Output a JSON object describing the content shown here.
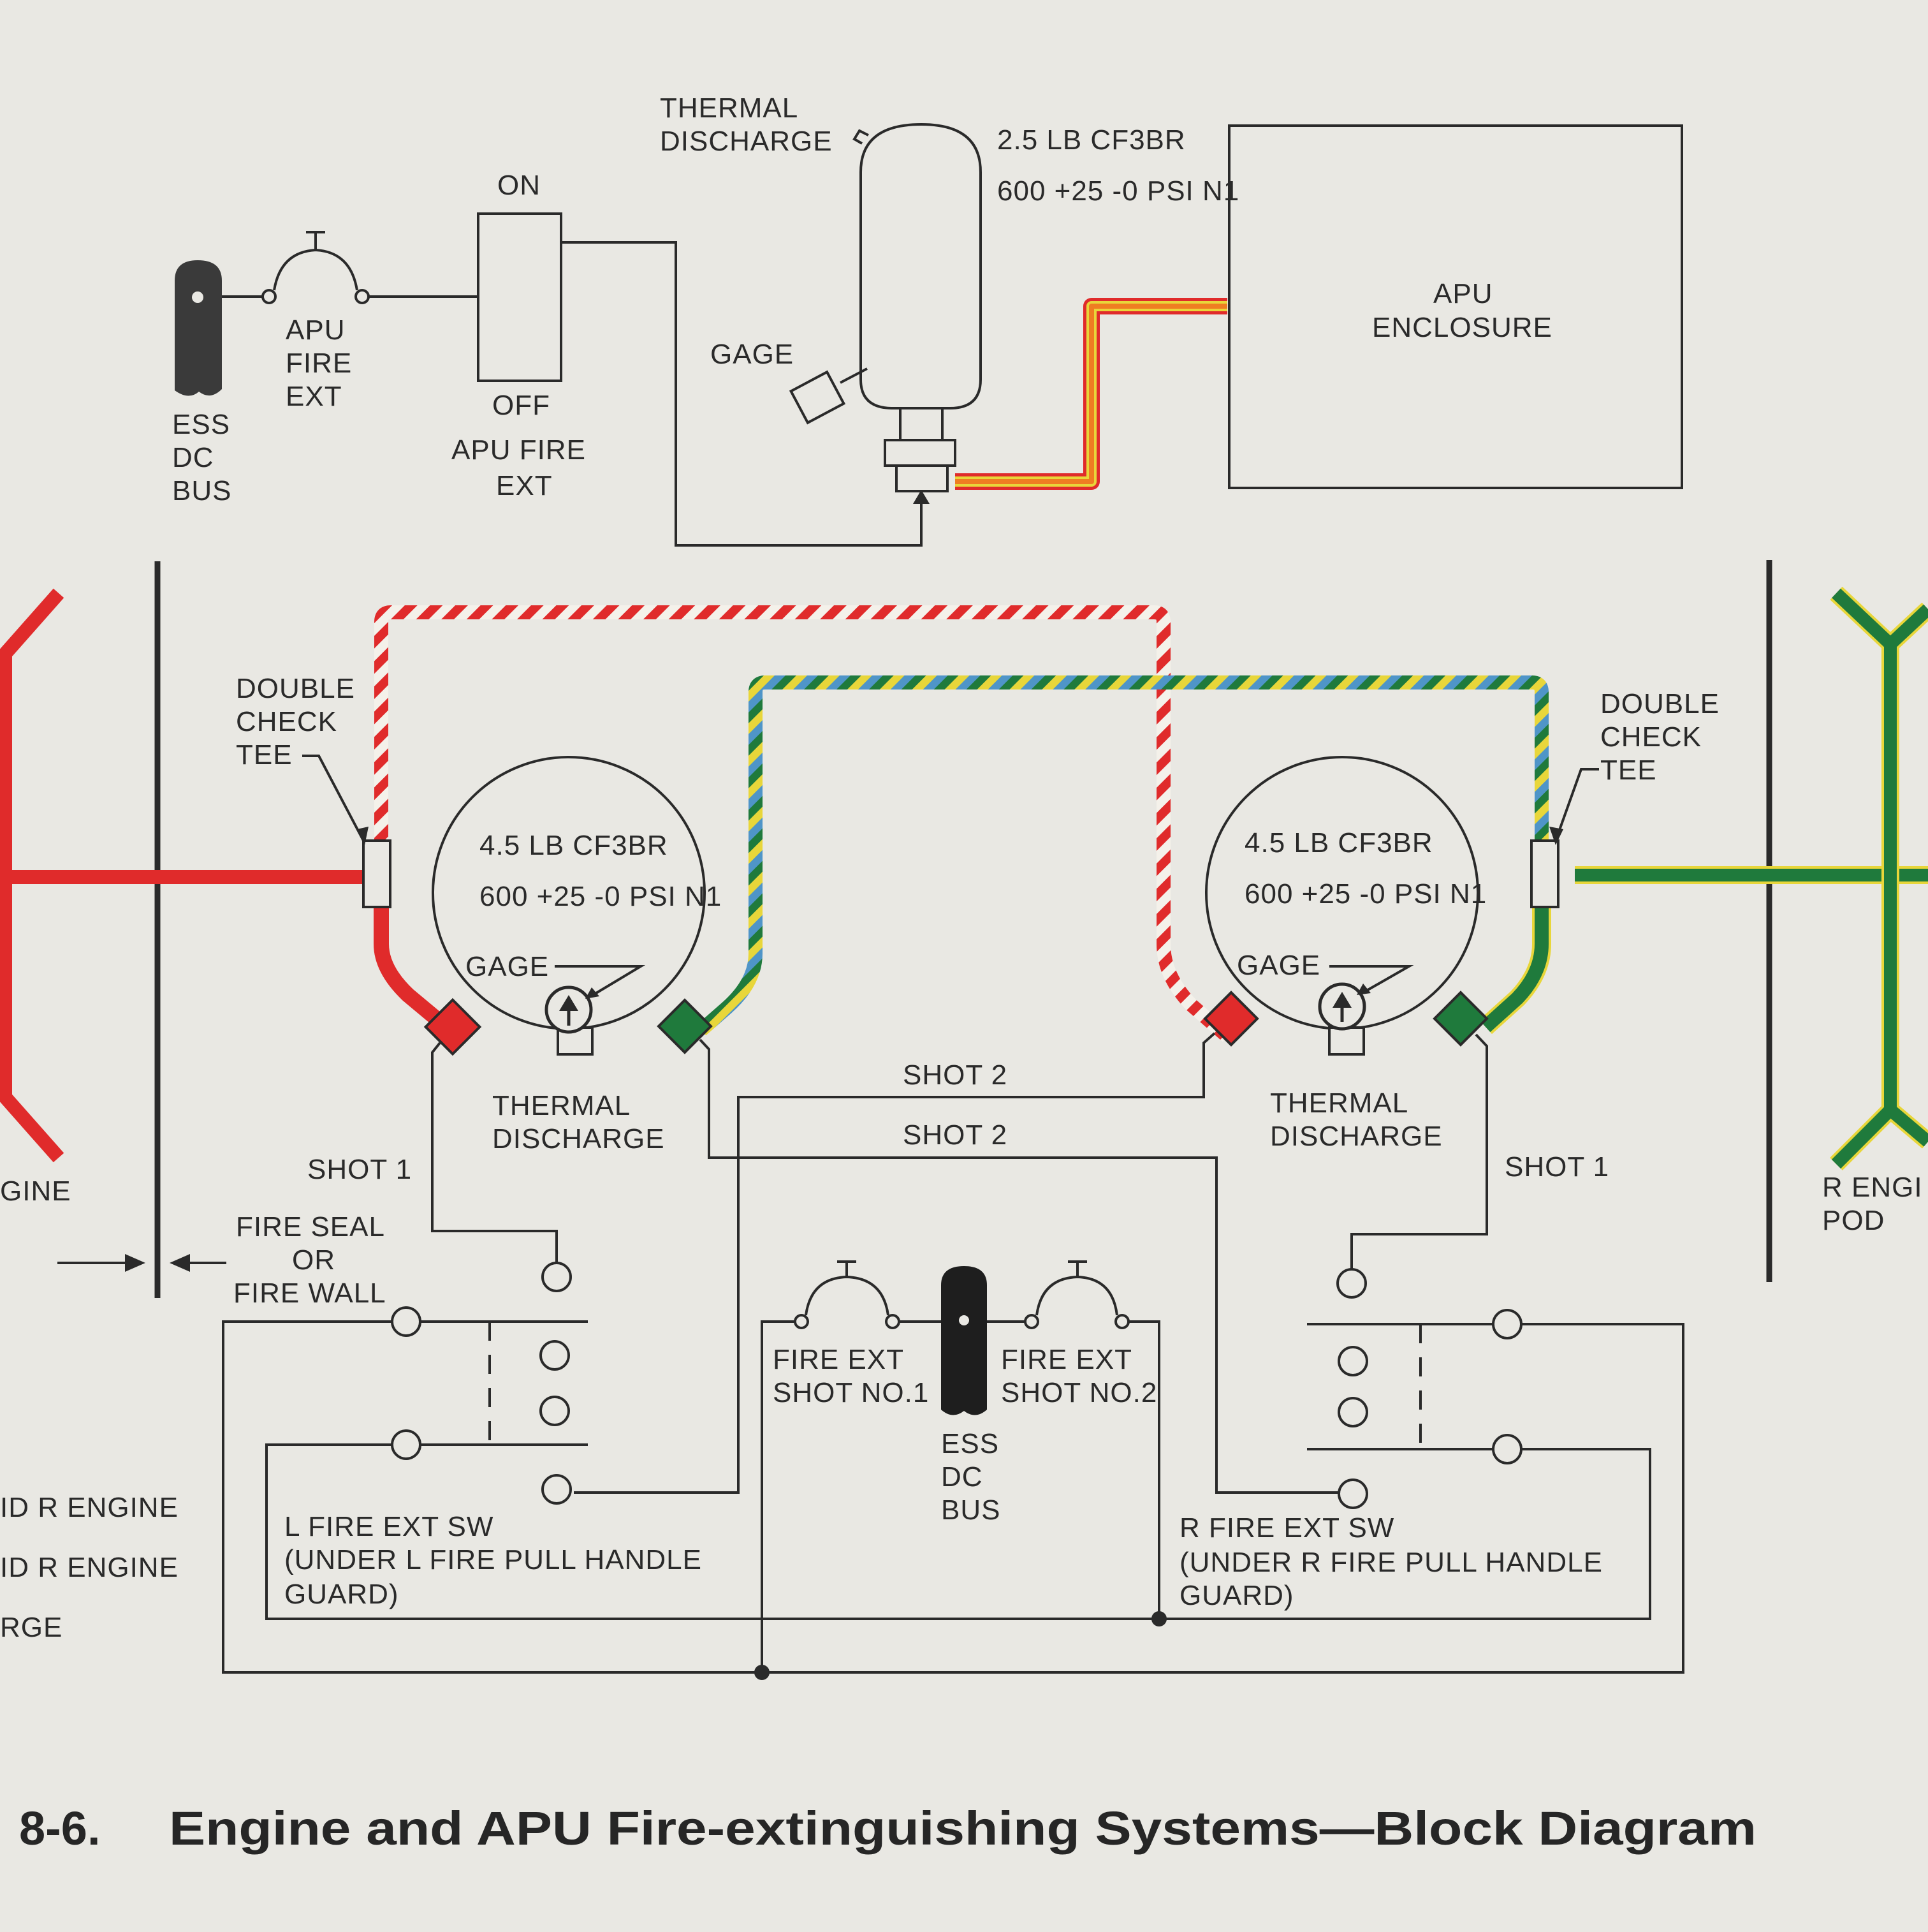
{
  "apu": {
    "thermal_discharge": [
      "THERMAL",
      "DISCHARGE"
    ],
    "bottle_spec_1": "2.5 LB CF3BR",
    "bottle_spec_2": "600 +25 -0 PSI N1",
    "gage": "GAGE",
    "switch_on": "ON",
    "switch_off": "OFF",
    "switch_name": [
      "APU FIRE",
      "EXT"
    ],
    "pushbutton": [
      "APU",
      "FIRE",
      "EXT"
    ],
    "bus": [
      "ESS",
      "DC",
      "BUS"
    ],
    "enclosure": [
      "APU",
      "ENCLOSURE"
    ]
  },
  "left": {
    "tee": [
      "DOUBLE",
      "CHECK",
      "TEE"
    ],
    "bottle_spec_1": "4.5 LB CF3BR",
    "bottle_spec_2": "600 +25 -0 PSI N1",
    "gage": "GAGE",
    "thermal_discharge": [
      "THERMAL",
      "DISCHARGE"
    ],
    "shot": "SHOT 1",
    "engine": "GINE",
    "fire_seal": [
      "FIRE SEAL",
      "OR",
      "FIRE WALL"
    ],
    "switch": [
      "L FIRE EXT SW",
      "(UNDER L FIRE PULL HANDLE",
      "GUARD)"
    ],
    "legend_fragments": [
      "ID R ENGINE",
      "ID R ENGINE",
      "RGE"
    ]
  },
  "right": {
    "tee": [
      "DOUBLE",
      "CHECK",
      "TEE"
    ],
    "bottle_spec_1": "4.5 LB CF3BR",
    "bottle_spec_2": "600 +25 -0 PSI N1",
    "gage": "GAGE",
    "thermal_discharge": [
      "THERMAL",
      "DISCHARGE"
    ],
    "shot": "SHOT 1",
    "engine": [
      "R ENGI",
      "POD"
    ],
    "switch": [
      "R FIRE EXT SW",
      "(UNDER R FIRE PULL HANDLE",
      "GUARD)"
    ]
  },
  "center": {
    "shot2_upper": "SHOT 2",
    "shot2_lower": "SHOT 2",
    "fire_ext_1": [
      "FIRE EXT",
      "SHOT NO.1"
    ],
    "fire_ext_2": [
      "FIRE EXT",
      "SHOT NO.2"
    ],
    "bus": [
      "ESS",
      "DC",
      "BUS"
    ]
  },
  "caption": {
    "number": "8-6.",
    "title": "Engine and APU Fire-extinguishing Systems—Block Diagram"
  },
  "colors": {
    "red_line": "#e02b2b",
    "green_line": "#1f7a3c",
    "orange_line": "#ef7d22",
    "yellow_stripe": "#e8d63a",
    "blue_stripe": "#4f95c8",
    "ink": "#2a2a2a",
    "paper": "#e9e8e3"
  }
}
